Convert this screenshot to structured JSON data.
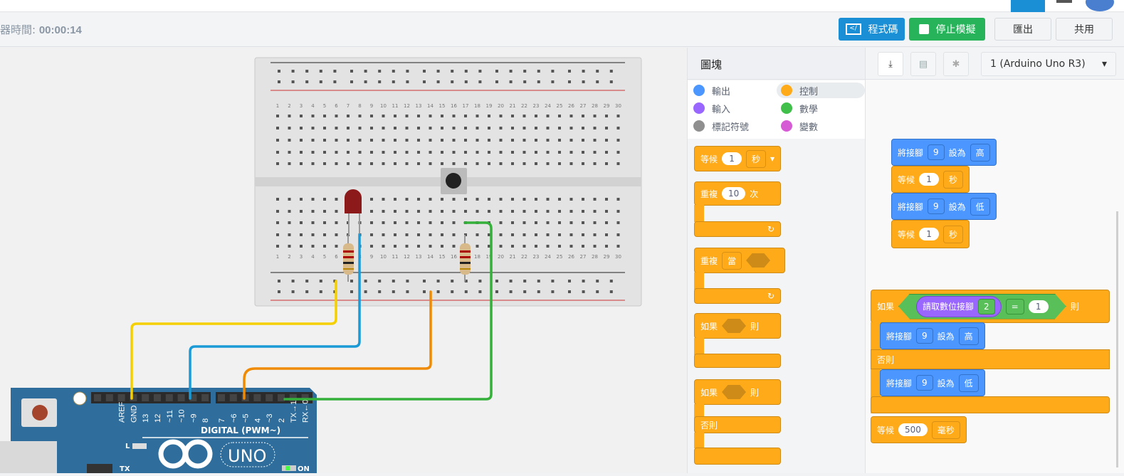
{
  "toolbar": {
    "timer_label": "器時間:",
    "timer_value": "00:00:14",
    "code_label": "程式碼",
    "stop_label": "停止模擬",
    "export_label": "匯出",
    "share_label": "共用"
  },
  "palette": {
    "title": "圖塊",
    "categories": [
      {
        "label": "輸出",
        "color": "#4c97ff"
      },
      {
        "label": "控制",
        "color": "#ffab19"
      },
      {
        "label": "輸入",
        "color": "#9966ff"
      },
      {
        "label": "數學",
        "color": "#40bf4a"
      },
      {
        "label": "標記符號",
        "color": "#8f8f8f"
      },
      {
        "label": "變數",
        "color": "#d65cd6"
      }
    ],
    "blocks": {
      "wait": {
        "label": "等候",
        "value": "1",
        "unit": "秒"
      },
      "repeat": {
        "label": "重複",
        "value": "10",
        "suffix": "次"
      },
      "repeat_while": {
        "label": "重複",
        "mode": "當"
      },
      "if": {
        "label": "如果",
        "then": "則"
      },
      "if_else": {
        "label": "如果",
        "then": "則",
        "else": "否則"
      }
    }
  },
  "code": {
    "device": "1 (Arduino Uno R3)",
    "blocks": [
      {
        "label": "將接腳",
        "pin": "9",
        "set": "設為",
        "value": "高"
      },
      {
        "label": "等候",
        "value": "1",
        "unit": "秒"
      },
      {
        "label": "將接腳",
        "pin": "9",
        "set": "設為",
        "value": "低"
      },
      {
        "label": "等候",
        "value": "1",
        "unit": "秒"
      }
    ],
    "if_block": {
      "label": "如果",
      "read": "請取數位接腳",
      "read_pin": "2",
      "op": "=",
      "compare": "1",
      "then": "則",
      "else": "否則",
      "then_action": {
        "label": "將接腳",
        "pin": "9",
        "set": "設為",
        "value": "高"
      },
      "else_action": {
        "label": "將接腳",
        "pin": "9",
        "set": "設為",
        "value": "低"
      }
    },
    "final_wait": {
      "label": "等候",
      "value": "500",
      "unit": "毫秒"
    }
  },
  "arduino": {
    "pin_labels": [
      "AREF",
      "GND",
      "13",
      "12",
      "~11",
      "~10",
      "~9",
      "8",
      "7",
      "~6",
      "~5",
      "4",
      "~3",
      "2",
      "TX→1",
      "RX←0"
    ],
    "digital_label": "DIGITAL (PWM~)",
    "model": "UNO",
    "led_l": "L",
    "led_tx": "TX",
    "led_on": "ON"
  },
  "wire_colors": {
    "yellow": "#f5d000",
    "blue": "#1a9ad6",
    "orange": "#f08a00",
    "green": "#35b03a"
  }
}
